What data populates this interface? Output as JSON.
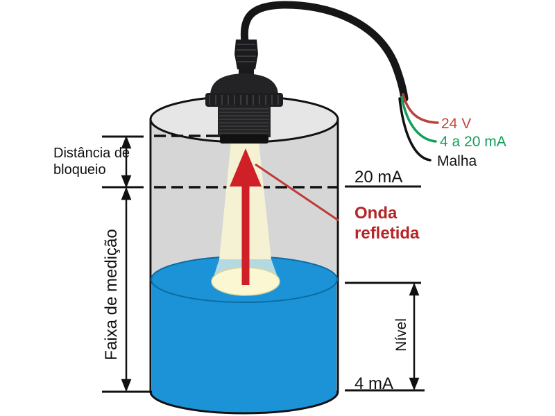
{
  "labels": {
    "blocking_distance": {
      "line1": "Distância de",
      "line2": "bloqueio"
    },
    "measuring_range": "Faixa de medição",
    "current_max": "20 mA",
    "current_min": "4 mA",
    "reflected_wave": {
      "line1": "Onda",
      "line2": "refletida"
    },
    "level": "Nível",
    "wire_power": "24 V",
    "wire_signal": "4 a 20 mA",
    "wire_shield": "Malha"
  },
  "colors": {
    "liquid_blue": "#1b93d6",
    "liquid_edge": "#0c6ba4",
    "tank_gray": "#d6d6d6",
    "tank_top_gray": "#e6e6e6",
    "cone_cream": "#f5f1d3",
    "cone_over_liquid": "#b4d9e0",
    "spot_cream": "#fbf7d2",
    "arrow_red": "#cf2027",
    "pointer_red": "#bf3a35",
    "label_red": "#b62425",
    "wire_power_red": "#b8413c",
    "wire_signal_green": "#149e57",
    "wire_shield_black": "#111111",
    "sensor_black": "#1e1e20"
  }
}
